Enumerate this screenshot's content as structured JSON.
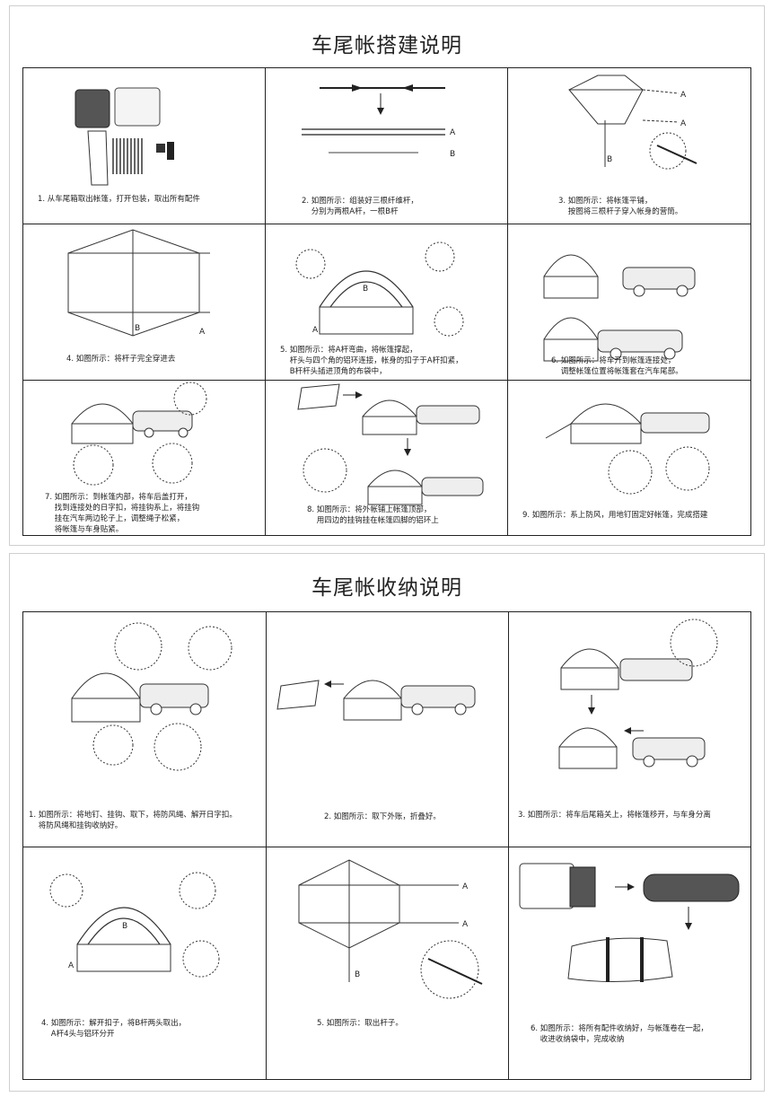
{
  "setup": {
    "title": "车尾帐搭建说明",
    "steps": [
      {
        "caption": "1. 从车尾箱取出帐篷，打开包装，取出所有配件"
      },
      {
        "caption": "2. 如图所示：组装好三根纤维杆，\n    分别为两根A杆，一根B杆"
      },
      {
        "caption": "3. 如图所示：将帐篷平铺，\n    按图将三根杆子穿入帐身的营筒。"
      },
      {
        "caption": "4. 如图所示：将杆子完全穿进去"
      },
      {
        "caption": "5. 如图所示：将A杆弯曲，将帐篷撑起，\n    杆头与四个角的铝环连接，帐身的扣子于A杆扣紧，\n    B杆杆头插进顶角的布袋中，"
      },
      {
        "caption": "6. 如图所示：将车开到帐篷连接处，\n    调整帐篷位置将帐篷套在汽车尾部。"
      },
      {
        "caption": "7. 如图所示：到帐篷内部，将车后盖打开，\n    找到连接处的日字扣，将挂钩系上，将挂钩\n    挂在汽车两边轮子上，调整绳子松紧，\n    将帐篷与车身贴紧。"
      },
      {
        "caption": "8. 如图所示：将外帐铺上帐篷顶部，\n    用四边的挂钩挂在帐篷四脚的铝环上"
      },
      {
        "caption": "9. 如图所示：系上防风，用地钉固定好帐篷，完成搭建"
      }
    ]
  },
  "storage": {
    "title": "车尾帐收纳说明",
    "steps": [
      {
        "caption": "1. 如图所示：将地钉、挂钩、取下，将防风绳、解开日字扣。\n    将防风绳和挂钩收纳好。"
      },
      {
        "caption": "2. 如图所示：取下外账，折叠好。"
      },
      {
        "caption": "3. 如图所示：将车后尾箱关上，将帐篷移开，与车身分离"
      },
      {
        "caption": "4. 如图所示：解开扣子，将B杆两头取出，\n    A杆4头与铝环分开"
      },
      {
        "caption": "5. 如图所示：取出杆子。"
      },
      {
        "caption": "6. 如图所示：将所有配件收纳好，与帐篷卷在一起，\n    收进收纳袋中，完成收纳"
      }
    ]
  },
  "labels": {
    "a": "A",
    "b": "B"
  }
}
